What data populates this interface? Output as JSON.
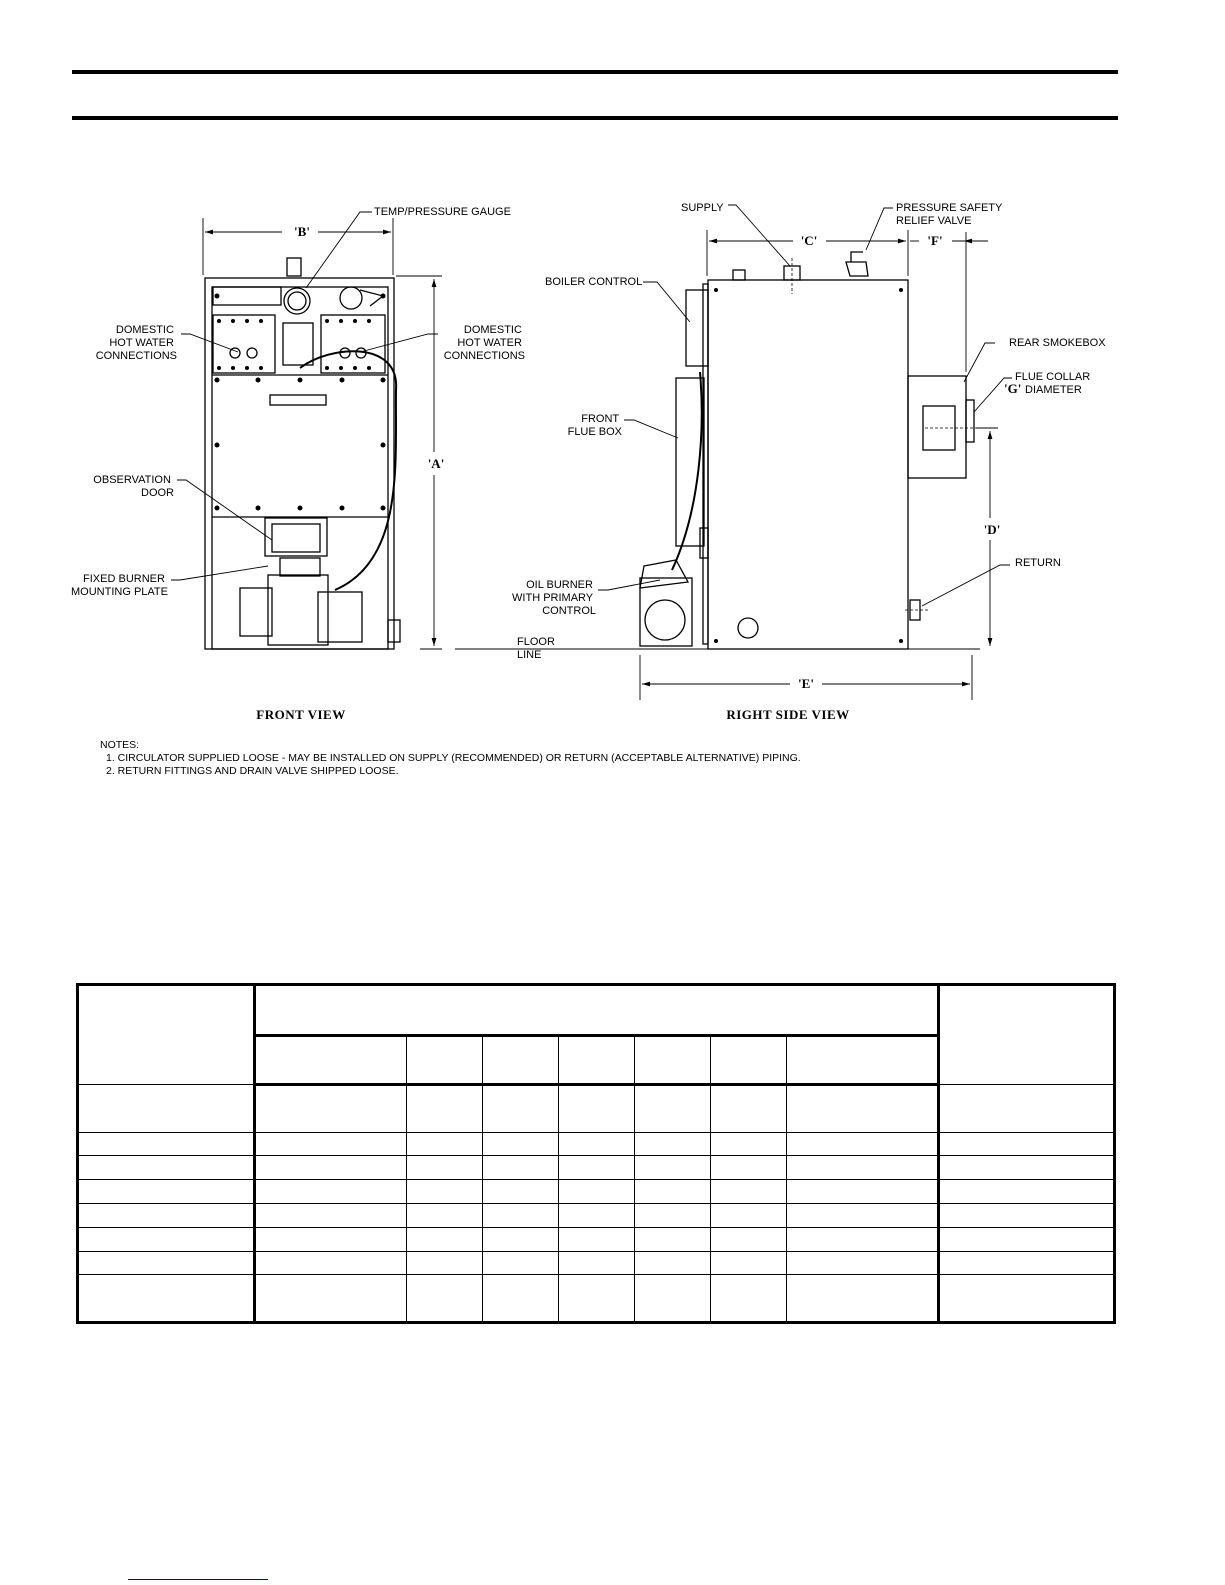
{
  "callouts": {
    "temp_pressure_gauge": "TEMP/PRESSURE GAUGE",
    "domestic_hw_left": [
      "DOMESTIC",
      "HOT WATER",
      "CONNECTIONS"
    ],
    "domestic_hw_right": [
      "DOMESTIC",
      "HOT WATER",
      "CONNECTIONS"
    ],
    "observation_door": [
      "OBSERVATION",
      "DOOR"
    ],
    "fixed_burner_plate": [
      "FIXED BURNER",
      "MOUNTING PLATE"
    ],
    "floor_line": [
      "FLOOR",
      "LINE"
    ],
    "supply": "SUPPLY",
    "relief_valve": [
      "PRESSURE SAFETY",
      "RELIEF VALVE"
    ],
    "boiler_control": "BOILER CONTROL",
    "front_flue_box": [
      "FRONT",
      "FLUE BOX"
    ],
    "rear_smokebox": "REAR SMOKEBOX",
    "flue_collar": [
      "FLUE COLLAR",
      "DIAMETER"
    ],
    "oil_burner": [
      "OIL BURNER",
      "WITH PRIMARY",
      "CONTROL"
    ],
    "return": "RETURN"
  },
  "dimensions": {
    "a": "'A'",
    "b": "'B'",
    "c": "'C'",
    "d": "'D'",
    "e": "'E'",
    "f": "'F'",
    "g": "'G'"
  },
  "views": {
    "front": "FRONT VIEW",
    "side": "RIGHT SIDE VIEW"
  },
  "notes": {
    "heading": "NOTES:",
    "items": [
      "1. CIRCULATOR SUPPLIED LOOSE - MAY BE INSTALLED ON SUPPLY (RECOMMENDED) OR RETURN (ACCEPTABLE ALTERNATIVE) PIPING.",
      "2. RETURN FITTINGS AND DRAIN VALVE SHIPPED LOOSE."
    ]
  },
  "table": {
    "row_count": 8,
    "sub_column_count": 7
  }
}
